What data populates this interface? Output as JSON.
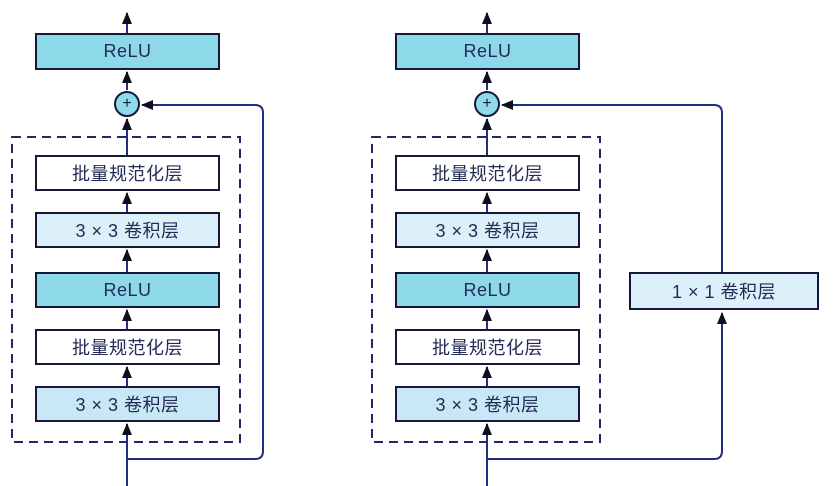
{
  "figure": {
    "background": "#ffffff",
    "colors": {
      "activation_fill": "#8dd9ea",
      "add_node_fill": "#8fdaeb",
      "conv_pale_fill": "#dcf0fa",
      "conv_blue_fill": "#c9e8f6",
      "batchnorm_fill": "#ffffff",
      "box_border": "#16173a",
      "wire": "#232d7d",
      "arrowhead": "#0e0e20",
      "dashed_outline": "#20276b",
      "text": "#232a54"
    },
    "left_block": {
      "output_activation": "ReLU",
      "add_symbol": "+",
      "layers": [
        {
          "label": "批量规范化层"
        },
        {
          "label": "3 × 3 卷积层"
        },
        {
          "label": "ReLU"
        },
        {
          "label": "批量规范化层"
        },
        {
          "label": "3 × 3 卷积层"
        }
      ]
    },
    "right_block": {
      "output_activation": "ReLU",
      "add_symbol": "+",
      "layers": [
        {
          "label": "批量规范化层"
        },
        {
          "label": "3 × 3 卷积层"
        },
        {
          "label": "ReLU"
        },
        {
          "label": "批量规范化层"
        },
        {
          "label": "3 × 3 卷积层"
        }
      ],
      "skip_layer": {
        "label": "1 × 1 卷积层"
      }
    }
  }
}
